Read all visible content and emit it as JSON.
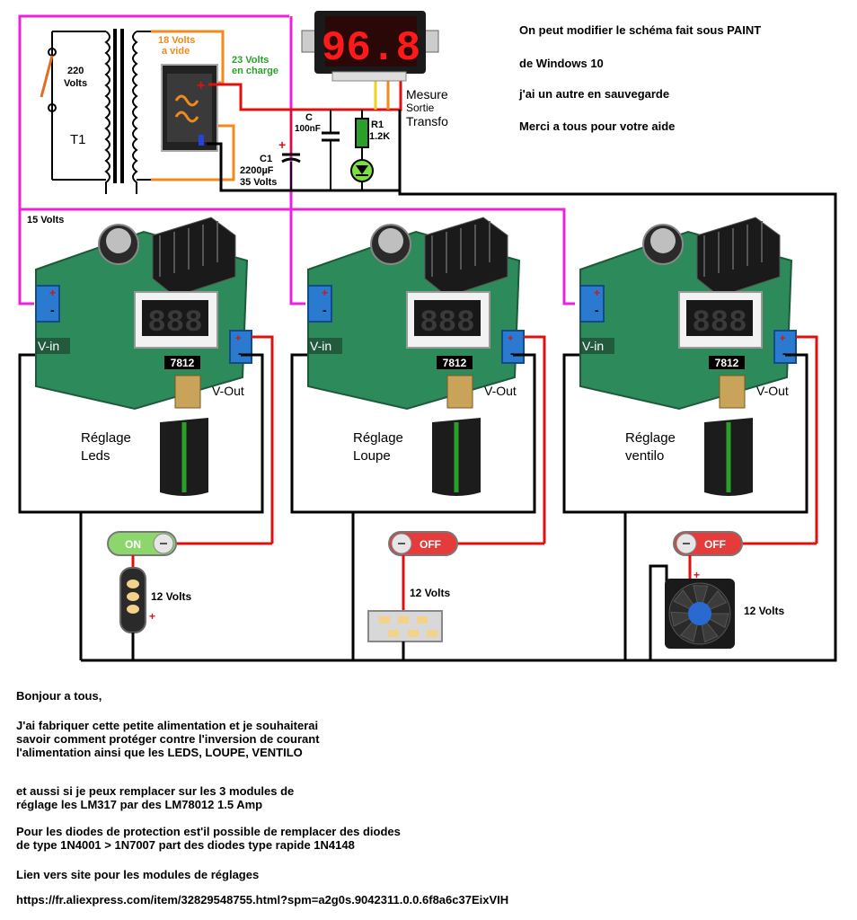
{
  "display": {
    "value": "96.8"
  },
  "transformer": {
    "voltage_label": "220",
    "voltage_unit": "Volts",
    "name": "T1",
    "idle_voltage_line1": "18 Volts",
    "idle_voltage_line2": "a vide",
    "load_voltage_line1": "23 Volts",
    "load_voltage_line2": "en charge"
  },
  "capacitor_c": {
    "name": "C",
    "value": "100nF"
  },
  "capacitor_c1": {
    "name": "C1",
    "value": "2200µF",
    "voltage": "35 Volts"
  },
  "resistor_r1": {
    "name": "R1",
    "value": "1.2K"
  },
  "measure": {
    "line1": "Mesure",
    "line2": "Sortie",
    "line3": "Transfo"
  },
  "bus_label": "15 Volts",
  "notes": [
    "On peut modifier le schéma fait sous PAINT",
    "de Windows 10",
    "j'ai un autre en sauvegarde",
    "Merci a tous pour votre aide"
  ],
  "modules": [
    {
      "vin": "V-in",
      "chip": "7812",
      "vout": "V-Out",
      "label1": "Réglage",
      "label2": "Leds",
      "display": "888",
      "switch": "ON",
      "load_voltage": "12 Volts"
    },
    {
      "vin": "V-in",
      "chip": "7812",
      "vout": "V-Out",
      "label1": "Réglage",
      "label2": "Loupe",
      "display": "888",
      "switch": "OFF",
      "load_voltage": "12 Volts"
    },
    {
      "vin": "V-in",
      "chip": "7812",
      "vout": "V-Out",
      "label1": "Réglage",
      "label2": "ventilo",
      "display": "888",
      "switch": "OFF",
      "load_voltage": "12 Volts"
    }
  ],
  "plus_sign": "+",
  "minus_sign": "-",
  "colors": {
    "wire_pink": "#ee22dd",
    "wire_red": "#e01010",
    "wire_black": "#000000",
    "label_orange": "#f08a1c",
    "label_green": "#2aa02a",
    "pcb_green": "#2d8a5a"
  },
  "message": {
    "greeting": "Bonjour a tous,",
    "paragraph1": "J'ai fabriquer cette petite alimentation et je souhaiterai\nsavoir comment protéger contre l'inversion de courant\nl'alimentation ainsi que les LEDS, LOUPE, VENTILO",
    "paragraph2": "et aussi si je peux remplacer sur les 3 modules de\nréglage les LM317 par des LM78012 1.5 Amp",
    "paragraph3": "Pour les diodes de protection est'il possible de remplacer des diodes\nde type 1N4001 > 1N7007 part des diodes type rapide 1N4148",
    "link_intro": "Lien vers site pour les modules de réglages",
    "link": "https://fr.aliexpress.com/item/32829548755.html?spm=a2g0s.9042311.0.0.6f8a6c37EixVIH"
  }
}
